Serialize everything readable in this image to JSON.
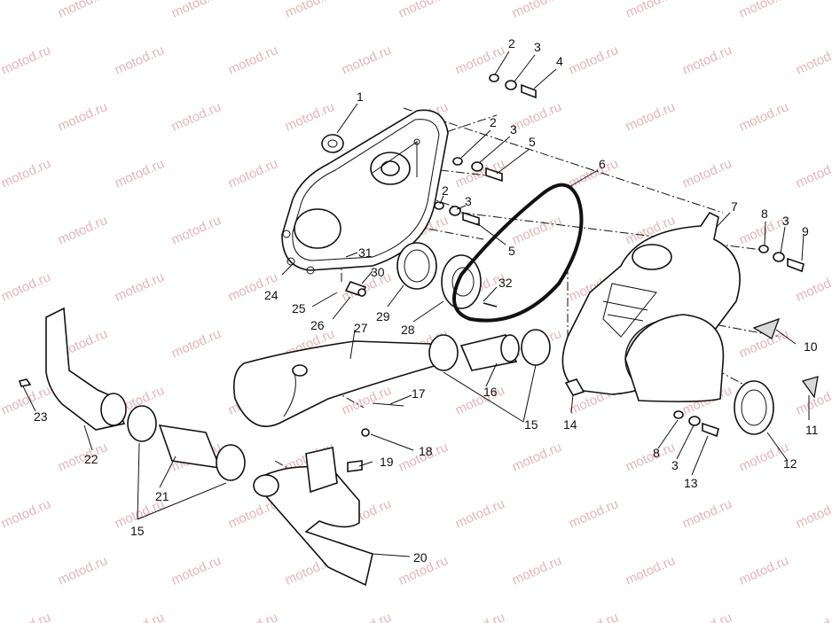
{
  "watermark": "motod.ru",
  "labels": [
    {
      "id": "l1",
      "text": "1"
    },
    {
      "id": "l2a",
      "text": "2"
    },
    {
      "id": "l3a",
      "text": "3"
    },
    {
      "id": "l4",
      "text": "4"
    },
    {
      "id": "l2b",
      "text": "2"
    },
    {
      "id": "l3b",
      "text": "3"
    },
    {
      "id": "l5a",
      "text": "5"
    },
    {
      "id": "l6",
      "text": "6"
    },
    {
      "id": "l2c",
      "text": "2"
    },
    {
      "id": "l3c",
      "text": "3"
    },
    {
      "id": "l5b",
      "text": "5"
    },
    {
      "id": "l7",
      "text": "7"
    },
    {
      "id": "l8a",
      "text": "8"
    },
    {
      "id": "l3d",
      "text": "3"
    },
    {
      "id": "l9",
      "text": "9"
    },
    {
      "id": "l31",
      "text": "31"
    },
    {
      "id": "l30",
      "text": "30"
    },
    {
      "id": "l32",
      "text": "32"
    },
    {
      "id": "l24",
      "text": "24"
    },
    {
      "id": "l25",
      "text": "25"
    },
    {
      "id": "l26",
      "text": "26"
    },
    {
      "id": "l29",
      "text": "29"
    },
    {
      "id": "l28",
      "text": "28"
    },
    {
      "id": "l27",
      "text": "27"
    },
    {
      "id": "l10",
      "text": "10"
    },
    {
      "id": "l11",
      "text": "11"
    },
    {
      "id": "l12",
      "text": "12"
    },
    {
      "id": "l13",
      "text": "13"
    },
    {
      "id": "l8b",
      "text": "8"
    },
    {
      "id": "l3e",
      "text": "3"
    },
    {
      "id": "l14",
      "text": "14"
    },
    {
      "id": "l15a",
      "text": "15"
    },
    {
      "id": "l16",
      "text": "16"
    },
    {
      "id": "l17",
      "text": "17"
    },
    {
      "id": "l18",
      "text": "18"
    },
    {
      "id": "l19",
      "text": "19"
    },
    {
      "id": "l20",
      "text": "20"
    },
    {
      "id": "l21",
      "text": "21"
    },
    {
      "id": "l22",
      "text": "22"
    },
    {
      "id": "l23",
      "text": "23"
    },
    {
      "id": "l15b",
      "text": "15"
    }
  ]
}
